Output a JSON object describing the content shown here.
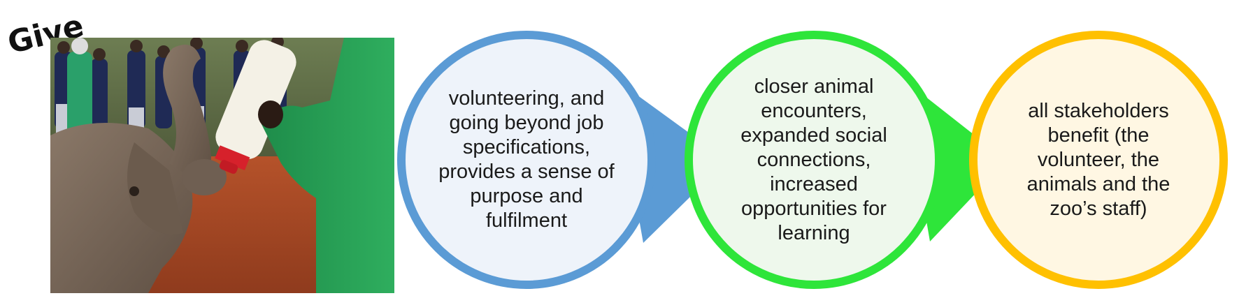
{
  "title": "Give",
  "photo": {
    "icon": "elephant-feeding-photo"
  },
  "steps": [
    {
      "text": "volunteering, and\ngoing beyond job\nspecifications,\nprovides a sense of\npurpose and\nfulfilment",
      "ring": "#5b9bd5",
      "fill": "#eef3fa"
    },
    {
      "text": "closer animal\nencounters,\nexpanded social\nconnections,\nincreased\nopportunities for\nlearning",
      "ring": "#2ee53a",
      "fill": "#eef8ec"
    },
    {
      "text": "all stakeholders\nbenefit (the\nvolunteer, the\nanimals and the\nzoo’s staff)",
      "ring": "#ffc000",
      "fill": "#fff7e3"
    }
  ]
}
